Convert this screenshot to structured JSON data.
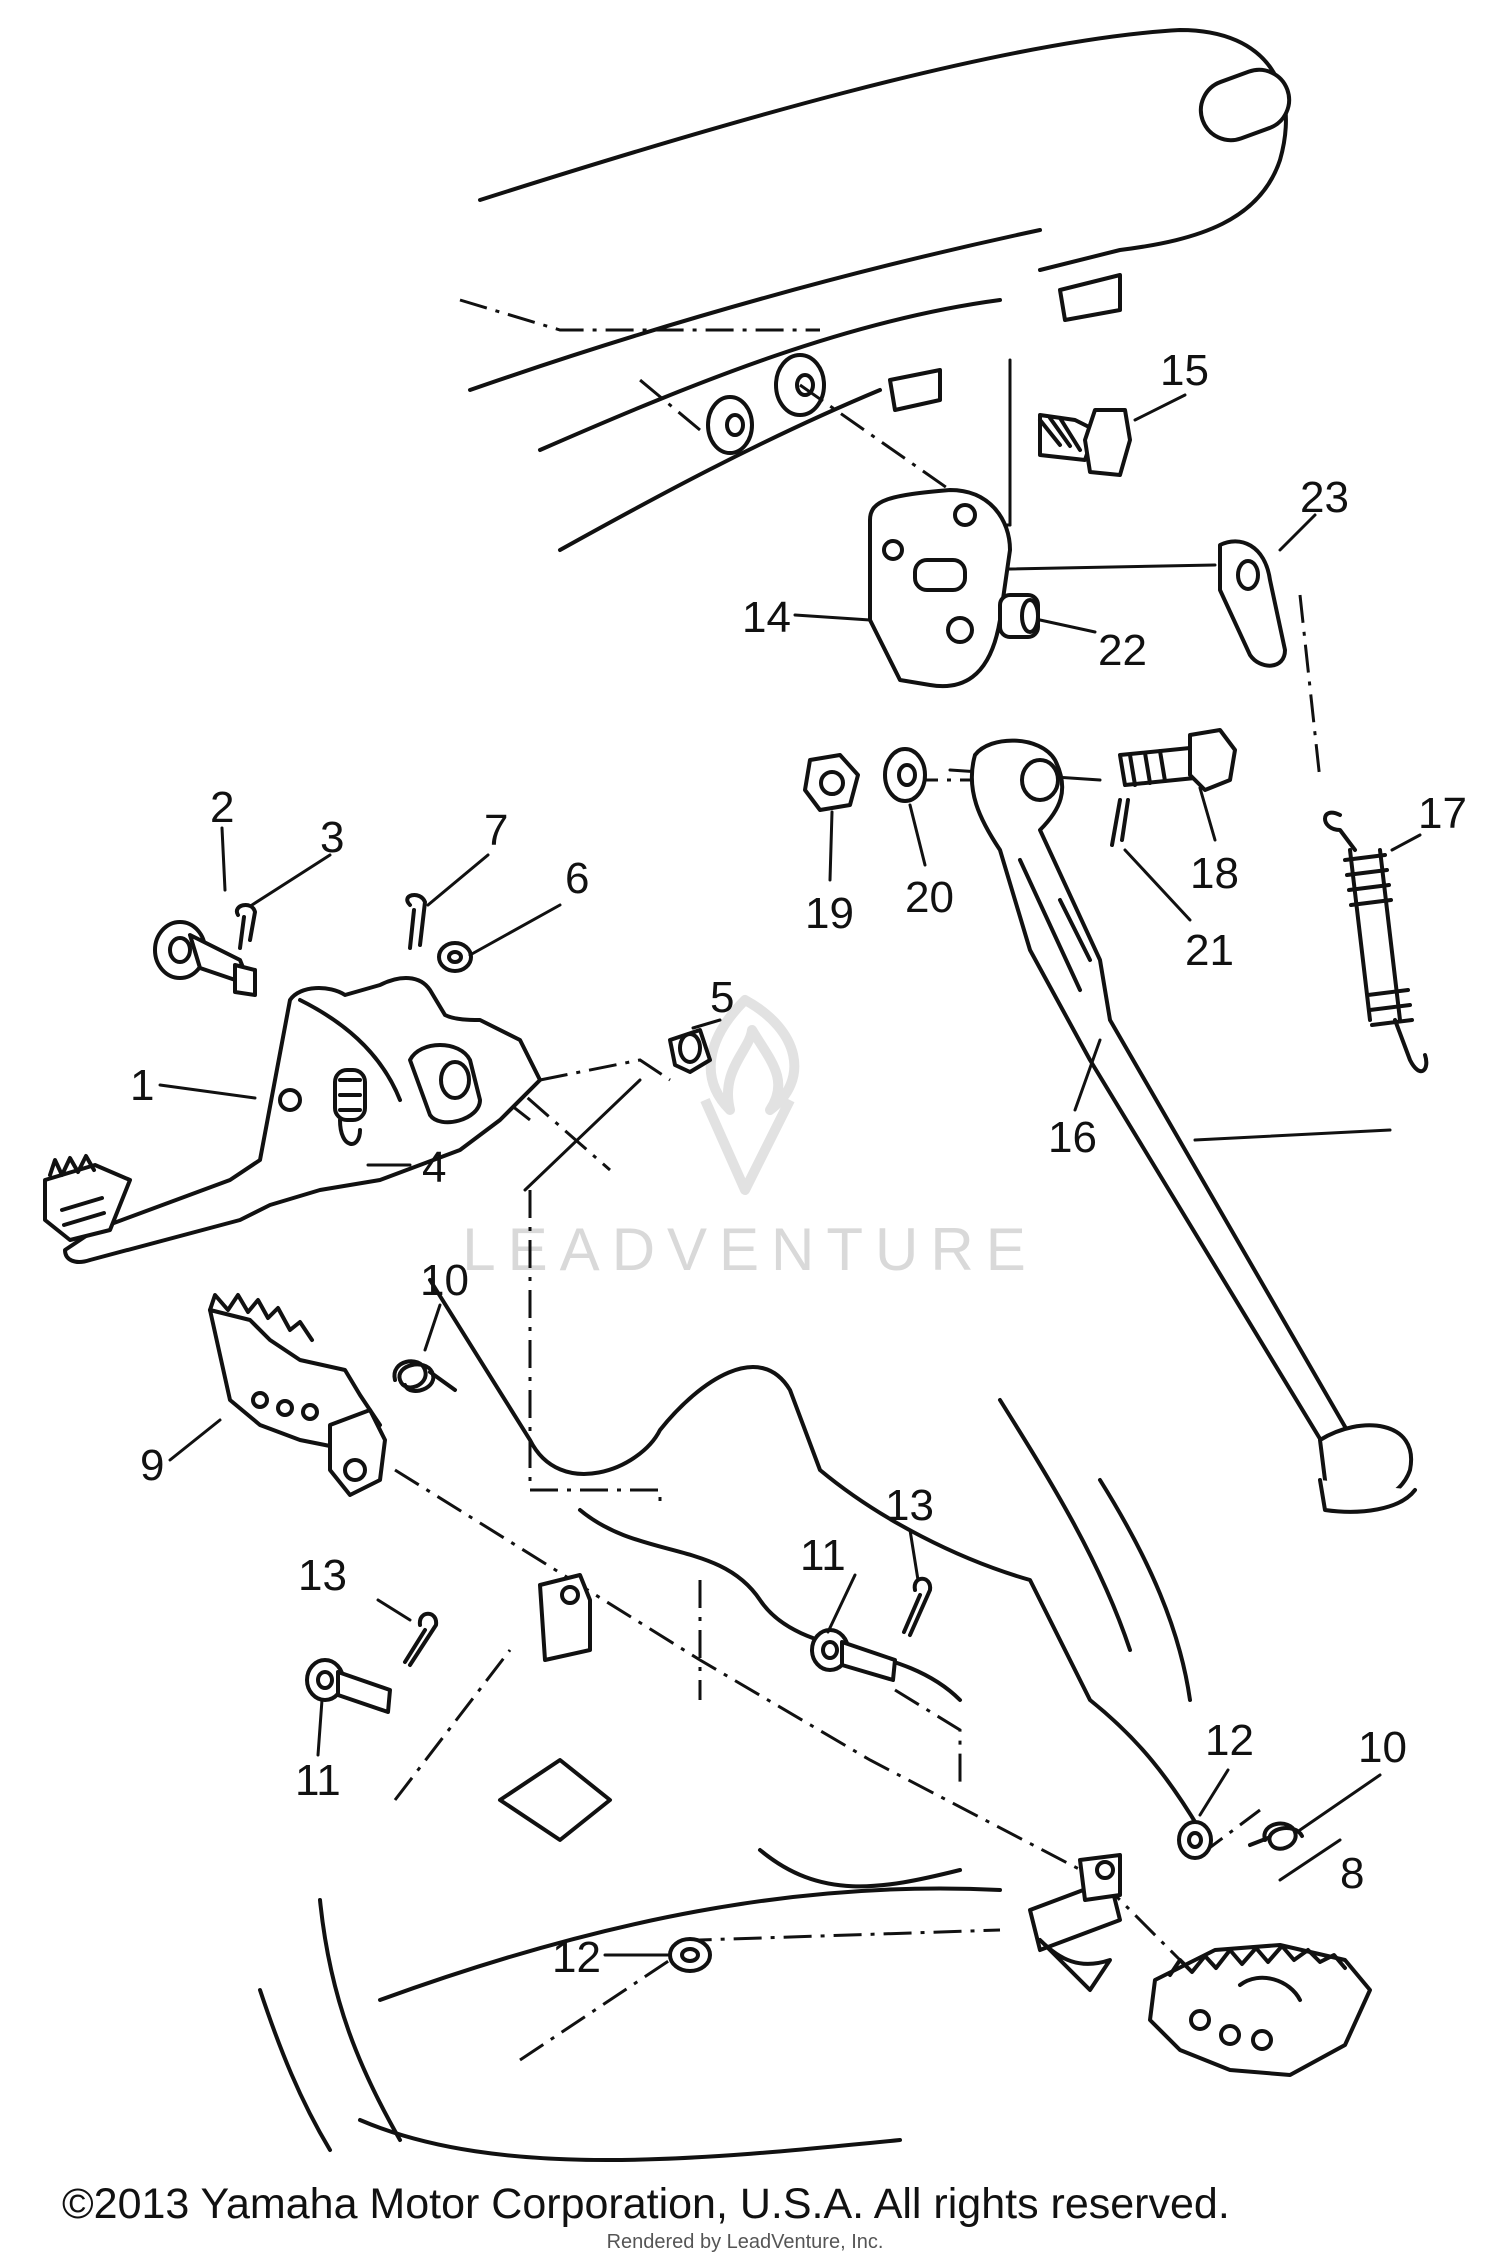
{
  "callouts": {
    "c1": "1",
    "c2": "2",
    "c3": "3",
    "c4": "4",
    "c5": "5",
    "c6": "6",
    "c7": "7",
    "c8": "8",
    "c9": "9",
    "c10a": "10",
    "c10b": "10",
    "c11a": "11",
    "c11b": "11",
    "c12a": "12",
    "c12b": "12",
    "c13a": "13",
    "c13b": "13",
    "c14": "14",
    "c15": "15",
    "c16": "16",
    "c17": "17",
    "c18": "18",
    "c19": "19",
    "c20": "20",
    "c21": "21",
    "c22": "22",
    "c23": "23"
  },
  "watermark": {
    "text": "LEADVENTURE"
  },
  "footer": {
    "copyright": "©2013 Yamaha Motor Corporation, U.S.A. All rights reserved.",
    "rendered_by": "Rendered by LeadVenture, Inc."
  }
}
